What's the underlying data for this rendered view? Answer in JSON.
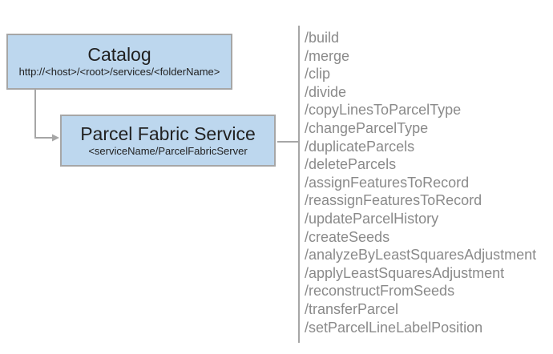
{
  "diagram": {
    "catalog_box": {
      "title": "Catalog",
      "subtitle": "http://<host>/<root>/services/<folderName>"
    },
    "service_box": {
      "title": "Parcel Fabric Service",
      "subtitle": "<serviceName/ParcelFabricServer"
    },
    "endpoints": [
      "/build",
      "/merge",
      "/clip",
      "/divide",
      "/copyLinesToParcelType",
      "/changeParcelType",
      "/duplicateParcels",
      "/deleteParcels",
      "/assignFeaturesToRecord",
      "/reassignFeaturesToRecord",
      "/updateParcelHistory",
      "/createSeeds",
      "/analyzeByLeastSquaresAdjustment",
      "/applyLeastSquaresAdjustment",
      "/reconstructFromSeeds",
      "/transferParcel",
      "/setParcelLineLabelPosition"
    ],
    "colors": {
      "box_fill": "#bdd7ee",
      "box_border": "#a6a6a6",
      "connector": "#a6a6a6",
      "endpoint_text": "#8a8a8a",
      "title_text": "#212121"
    }
  }
}
